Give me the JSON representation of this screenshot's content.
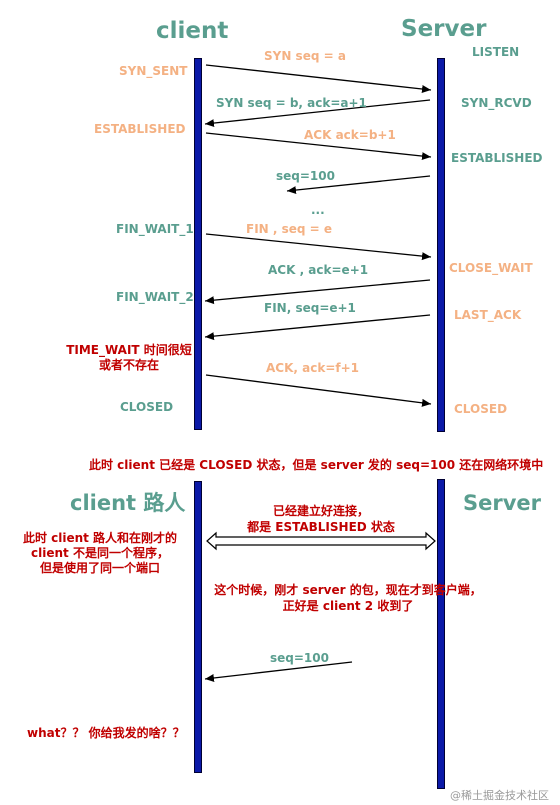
{
  "section1": {
    "client_title": "client",
    "server_title": "Server",
    "client_states": {
      "syn_sent": "SYN_SENT",
      "established": "ESTABLISHED",
      "fin_wait_1": "FIN_WAIT_1",
      "fin_wait_2": "FIN_WAIT_2",
      "time_wait": "TIME_WAIT 时间很短\n或者不存在",
      "closed": "CLOSED"
    },
    "server_states": {
      "listen": "LISTEN",
      "syn_rcvd": "SYN_RCVD",
      "established": "ESTABLISHED",
      "close_wait": "CLOSE_WAIT",
      "last_ack": "LAST_ACK",
      "closed": "CLOSED"
    },
    "messages": {
      "syn": "SYN  seq = a",
      "syn_ack": "SYN  seq = b, ack=a+1",
      "ack": "ACK ack=b+1",
      "seq100": "seq=100",
      "ellipsis": "...",
      "fin": "FIN , seq = e",
      "ack_e": "ACK , ack=e+1",
      "fin_f": "FIN, seq=e+1",
      "ack_f": "ACK, ack=f+1"
    }
  },
  "divider_note": "此时 client 已经是 CLOSED 状态，但是 server 发的 seq=100 还在网络环境中",
  "section2": {
    "client_title": "client 路人",
    "server_title": "Server",
    "established_note": "已经建立好连接，\n都是 ESTABLISHED 状态",
    "client_note": "此时 client 路人和在刚才的\nclient 不是同一个程序，\n但是使用了同一个端口",
    "server_note": "这个时候，刚才 server 的包，现在才到客户端，\n正好是 client 2 收到了",
    "seq100": "seq=100",
    "question": "what？？ 你给我发的啥？？"
  },
  "watermark": "@稀土掘金技术社区",
  "colors": {
    "timeline": "#0b19a8",
    "title": "#5a9e8f",
    "client_state": "#f4b183",
    "note": "#c00000"
  }
}
